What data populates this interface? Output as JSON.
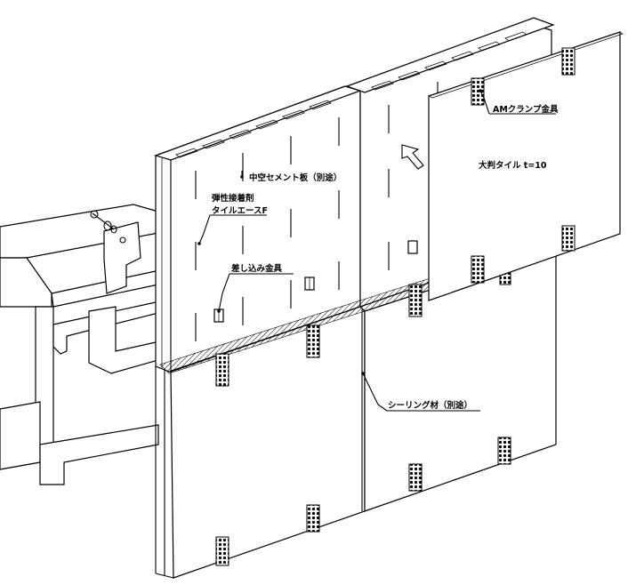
{
  "labels": {
    "hollow_board": "中空セメント板（別途）",
    "adhesive_line1": "弾性接着剤",
    "adhesive_line2": "タイルエースF",
    "insert_fitting": "差し込み金具",
    "am_clamp": "AMクランプ金具",
    "large_tile": "大判タイル t=10",
    "sealing": "シーリング材（別途）"
  }
}
